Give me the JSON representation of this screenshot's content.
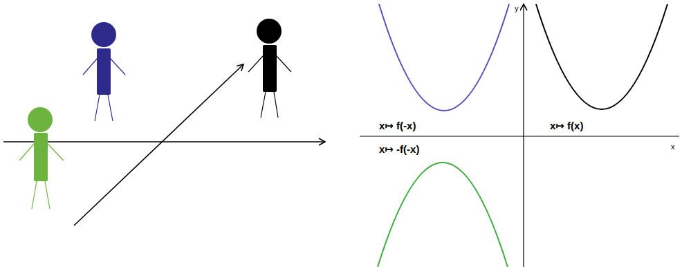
{
  "diagram": {
    "labels": [
      "y",
      "x",
      "x↦ f(-x)",
      "x↦ f(x)",
      "x↦ -f(-x)"
    ]
  }
}
